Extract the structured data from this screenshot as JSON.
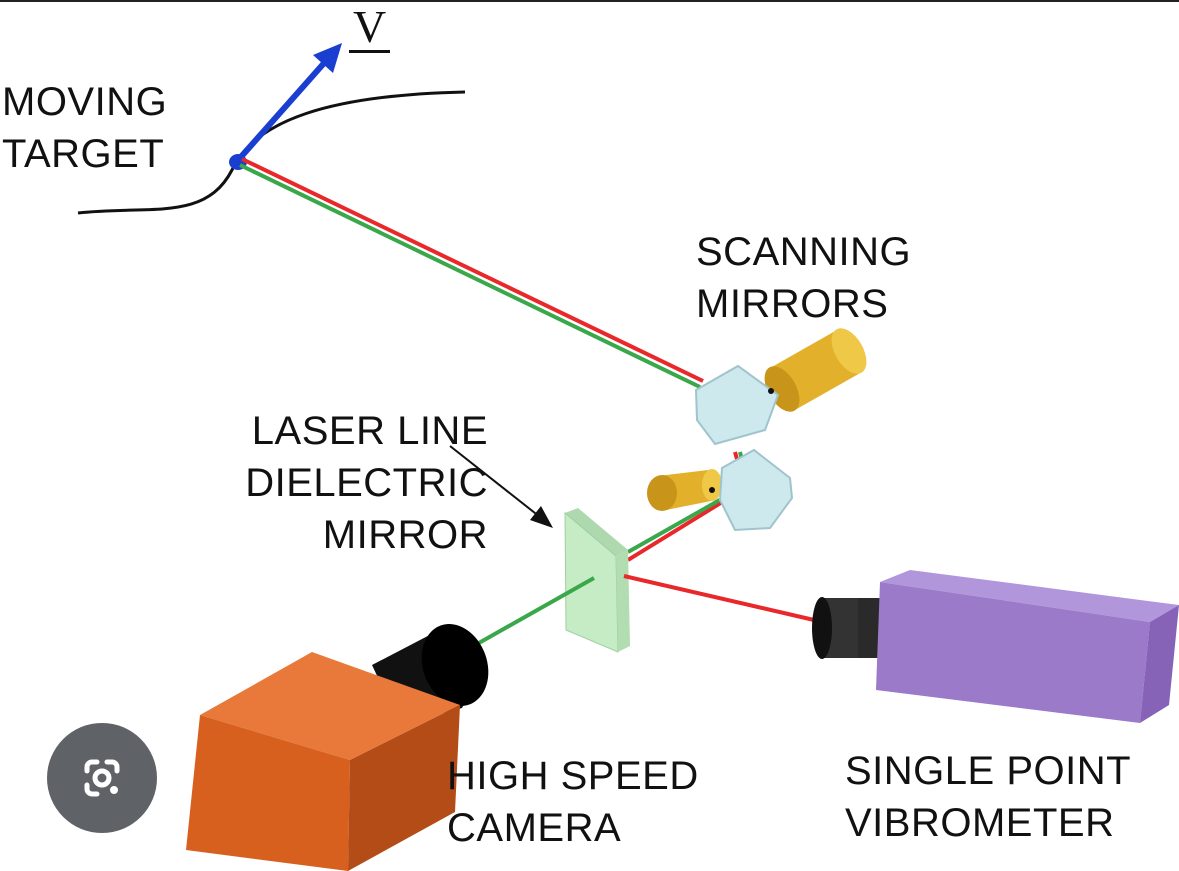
{
  "labels": {
    "velocity": "V",
    "moving_target": [
      "MOVING",
      "TARGET"
    ],
    "scanning_mirrors": [
      "SCANNING",
      "MIRRORS"
    ],
    "dielectric_mirror": [
      "LASER LINE",
      "DIELECTRIC",
      "MIRROR"
    ],
    "camera": [
      "HIGH SPEED",
      "CAMERA"
    ],
    "vibrometer": [
      "SINGLE POINT",
      "VIBROMETER"
    ]
  },
  "colors": {
    "laser_red": "#e8282a",
    "laser_green": "#3aa84a",
    "velocity_arrow": "#1a3fd0",
    "camera_body": "#d8601f",
    "vibrometer_body": "#9b7ac9",
    "mirror_body": "#cde9ee",
    "galvo_motor": "#e2b02a",
    "dielectric_mirror": "#c6ecc6",
    "lens_button": "#5f6267"
  },
  "icons": {
    "lens_button": "google-lens-icon"
  }
}
